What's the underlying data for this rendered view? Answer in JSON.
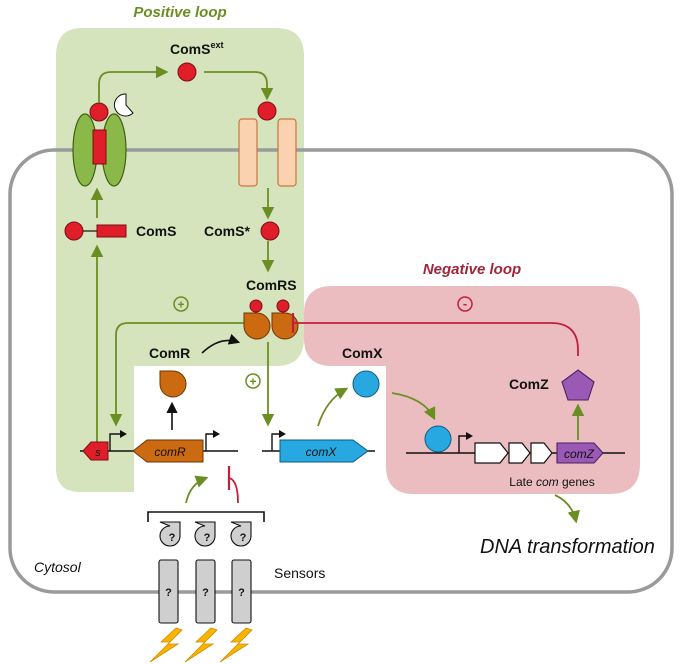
{
  "diagram": {
    "positive_loop_label": "Positive loop",
    "negative_loop_label": "Negative loop",
    "coms_ext_main": "ComS",
    "coms_ext_sup": "ext",
    "coms_label": "ComS",
    "coms_star_label": "ComS*",
    "comrs_label": "ComRS",
    "comr_label": "ComR",
    "comx_label": "ComX",
    "comz_label": "ComZ",
    "gene_s": "s",
    "gene_comr": "comR",
    "gene_comx": "comX",
    "gene_comz": "comZ",
    "late_genes_prefix": "Late ",
    "late_genes_italic": "com",
    "late_genes_suffix": " genes",
    "dna_transformation": "DNA transformation",
    "cytosol": "Cytosol",
    "sensors": "Sensors",
    "plus_sign": "+",
    "minus_sign": "-",
    "unknown_mark": "?"
  },
  "colors": {
    "positive_bg": "#d6e4bd",
    "negative_bg": "#ebbdc1",
    "arrow_green": "#6b8e23",
    "inhibit_red": "#c0203a",
    "coms_red": "#e01e2a",
    "comr_orange": "#cc6a12",
    "comx_blue": "#27a8e0",
    "comz_purple": "#9b59b6",
    "transporter_peach": "#fbd2b0",
    "membrane_grey": "#9a9a9a",
    "sensor_grey": "#cfcfcf",
    "lightning_yellow": "#f7b500"
  }
}
